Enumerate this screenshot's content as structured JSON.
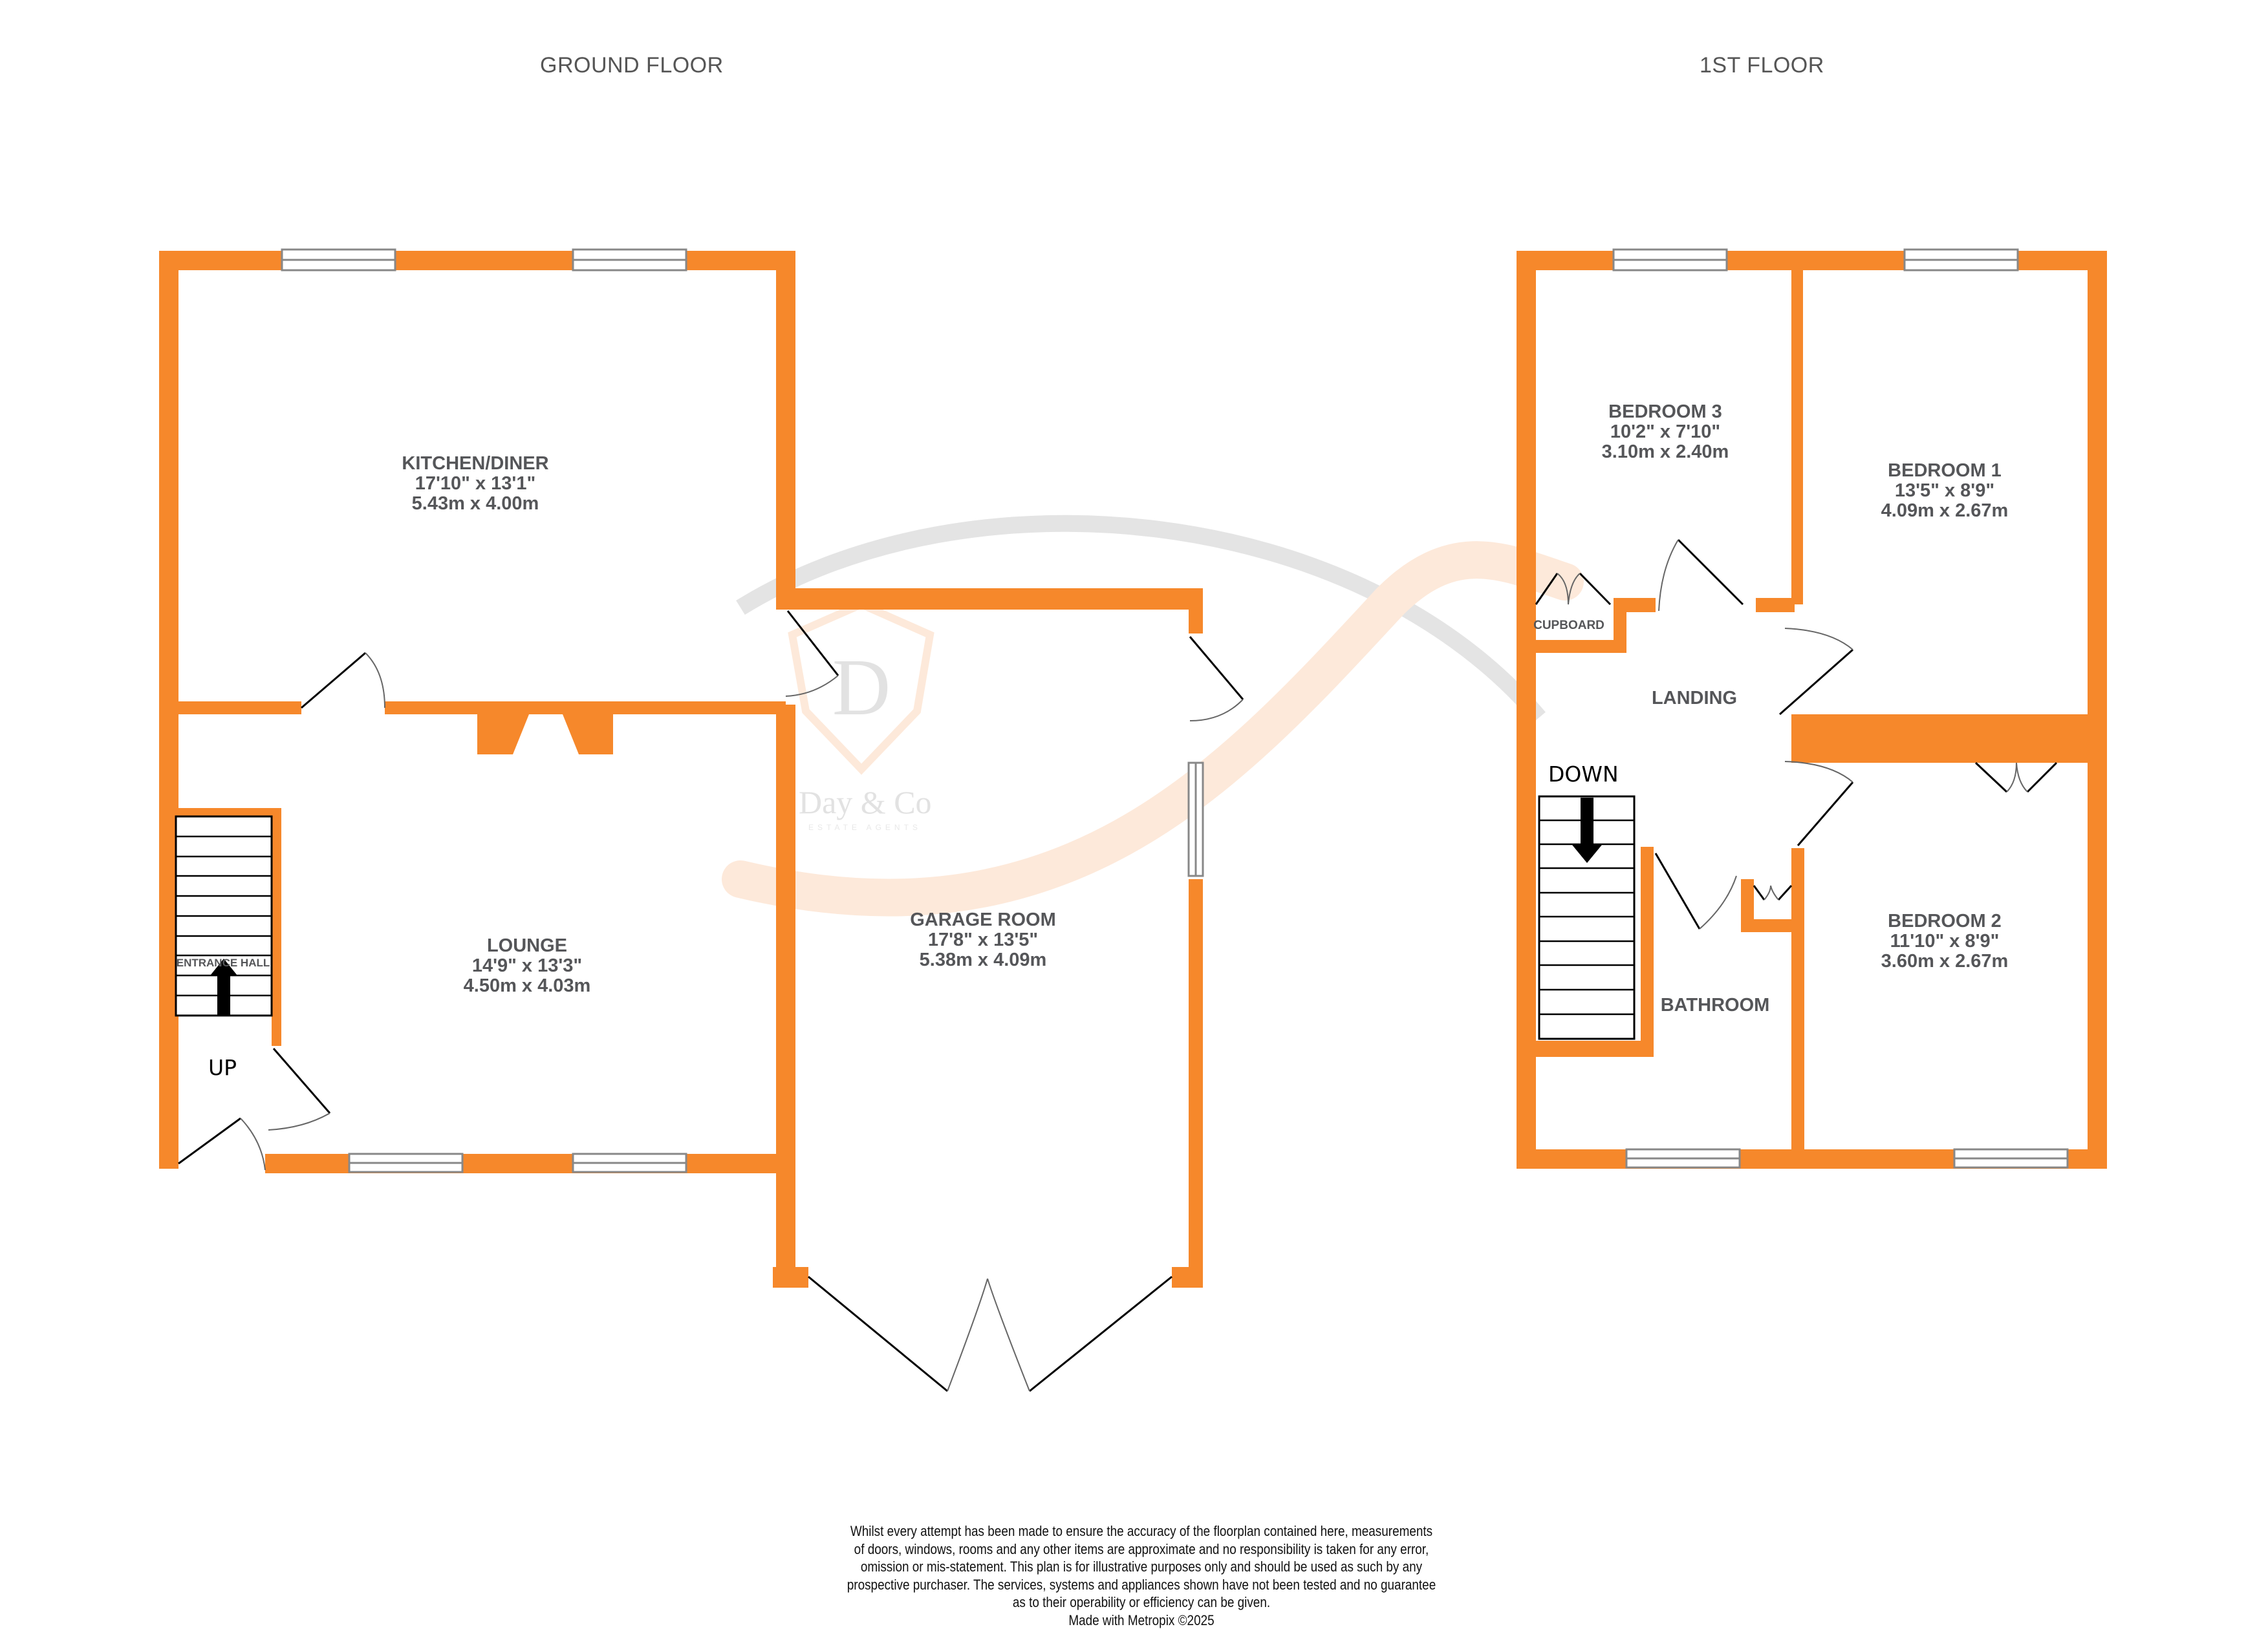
{
  "colors": {
    "wall": "#F6882B",
    "label_text": "#555659",
    "door_line": "#000000",
    "window_line": "#888888",
    "watermark_grey": "#E2E2E2",
    "watermark_orange": "#FDE9DA"
  },
  "floors": [
    {
      "title": "GROUND FLOOR",
      "rooms": [
        {
          "name": "KITCHEN/DINER",
          "imperial": "17'10\"  x 13'1\"",
          "metric": "5.43m  x 4.00m"
        },
        {
          "name": "LOUNGE",
          "imperial": "14'9\"  x 13'3\"",
          "metric": "4.50m  x 4.03m"
        },
        {
          "name": "GARAGE ROOM",
          "imperial": "17'8\"  x 13'5\"",
          "metric": "5.38m  x 4.09m"
        },
        {
          "name": "ENTRANCE HALL"
        }
      ],
      "stairs": {
        "label": "UP",
        "icon": "arrow-up-icon"
      }
    },
    {
      "title": "1ST FLOOR",
      "rooms": [
        {
          "name": "BEDROOM 3",
          "imperial": "10'2\"  x 7'10\"",
          "metric": "3.10m  x 2.40m"
        },
        {
          "name": "BEDROOM 1",
          "imperial": "13'5\"  x 8'9\"",
          "metric": "4.09m  x 2.67m"
        },
        {
          "name": "BEDROOM 2",
          "imperial": "11'10\"  x 8'9\"",
          "metric": "3.60m  x 2.67m"
        },
        {
          "name": "LANDING"
        },
        {
          "name": "BATHROOM"
        },
        {
          "name": "CUPBOARD"
        }
      ],
      "stairs": {
        "label": "DOWN",
        "icon": "arrow-down-icon"
      }
    }
  ],
  "watermark": {
    "logo_letter": "D",
    "brand": "Day & Co",
    "tagline": "ESTATE AGENTS"
  },
  "disclaimer": {
    "lines": [
      "Whilst every attempt has been made to ensure the accuracy of the floorplan contained here, measurements",
      "of doors, windows, rooms and any other items are approximate and no responsibility is taken for any error,",
      "omission or mis-statement. This plan is for illustrative purposes only and should be used as such by any",
      "prospective purchaser. The services, systems and appliances shown have not been tested and no guarantee",
      "as to their operability or efficiency can be given."
    ],
    "credit": "Made with Metropix ©2025"
  }
}
